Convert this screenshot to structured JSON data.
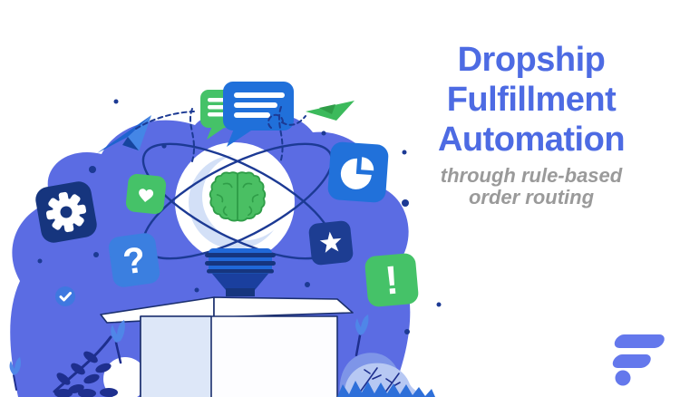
{
  "header": {
    "title": "Dropship Fulfillment Automation",
    "subtitle": "through rule-based order routing"
  },
  "illustration": {
    "description": "lightbulb with brain inside atom orbits rising from an open box on a blue blob",
    "glyphs": {
      "question": "?",
      "exclamation": "!"
    },
    "icons": [
      "chat-bubbles-icon",
      "paper-plane-blue-icon",
      "paper-plane-green-icon",
      "gear-icon",
      "heart-icon",
      "question-mark-icon",
      "pie-chart-icon",
      "star-icon",
      "exclamation-icon",
      "checkmark-icon",
      "lightbulb-brain-icon",
      "open-box",
      "plants"
    ]
  },
  "palette": {
    "blob_blue": "#5b6ce3",
    "title_blue": "#4d6be3",
    "subtitle_gray": "#9a9a9a",
    "navy": "#16357e",
    "green": "#45c268",
    "icon_blue": "#2070da",
    "light_blue": "#dde7f8",
    "logo_blue": "#6478ec"
  }
}
